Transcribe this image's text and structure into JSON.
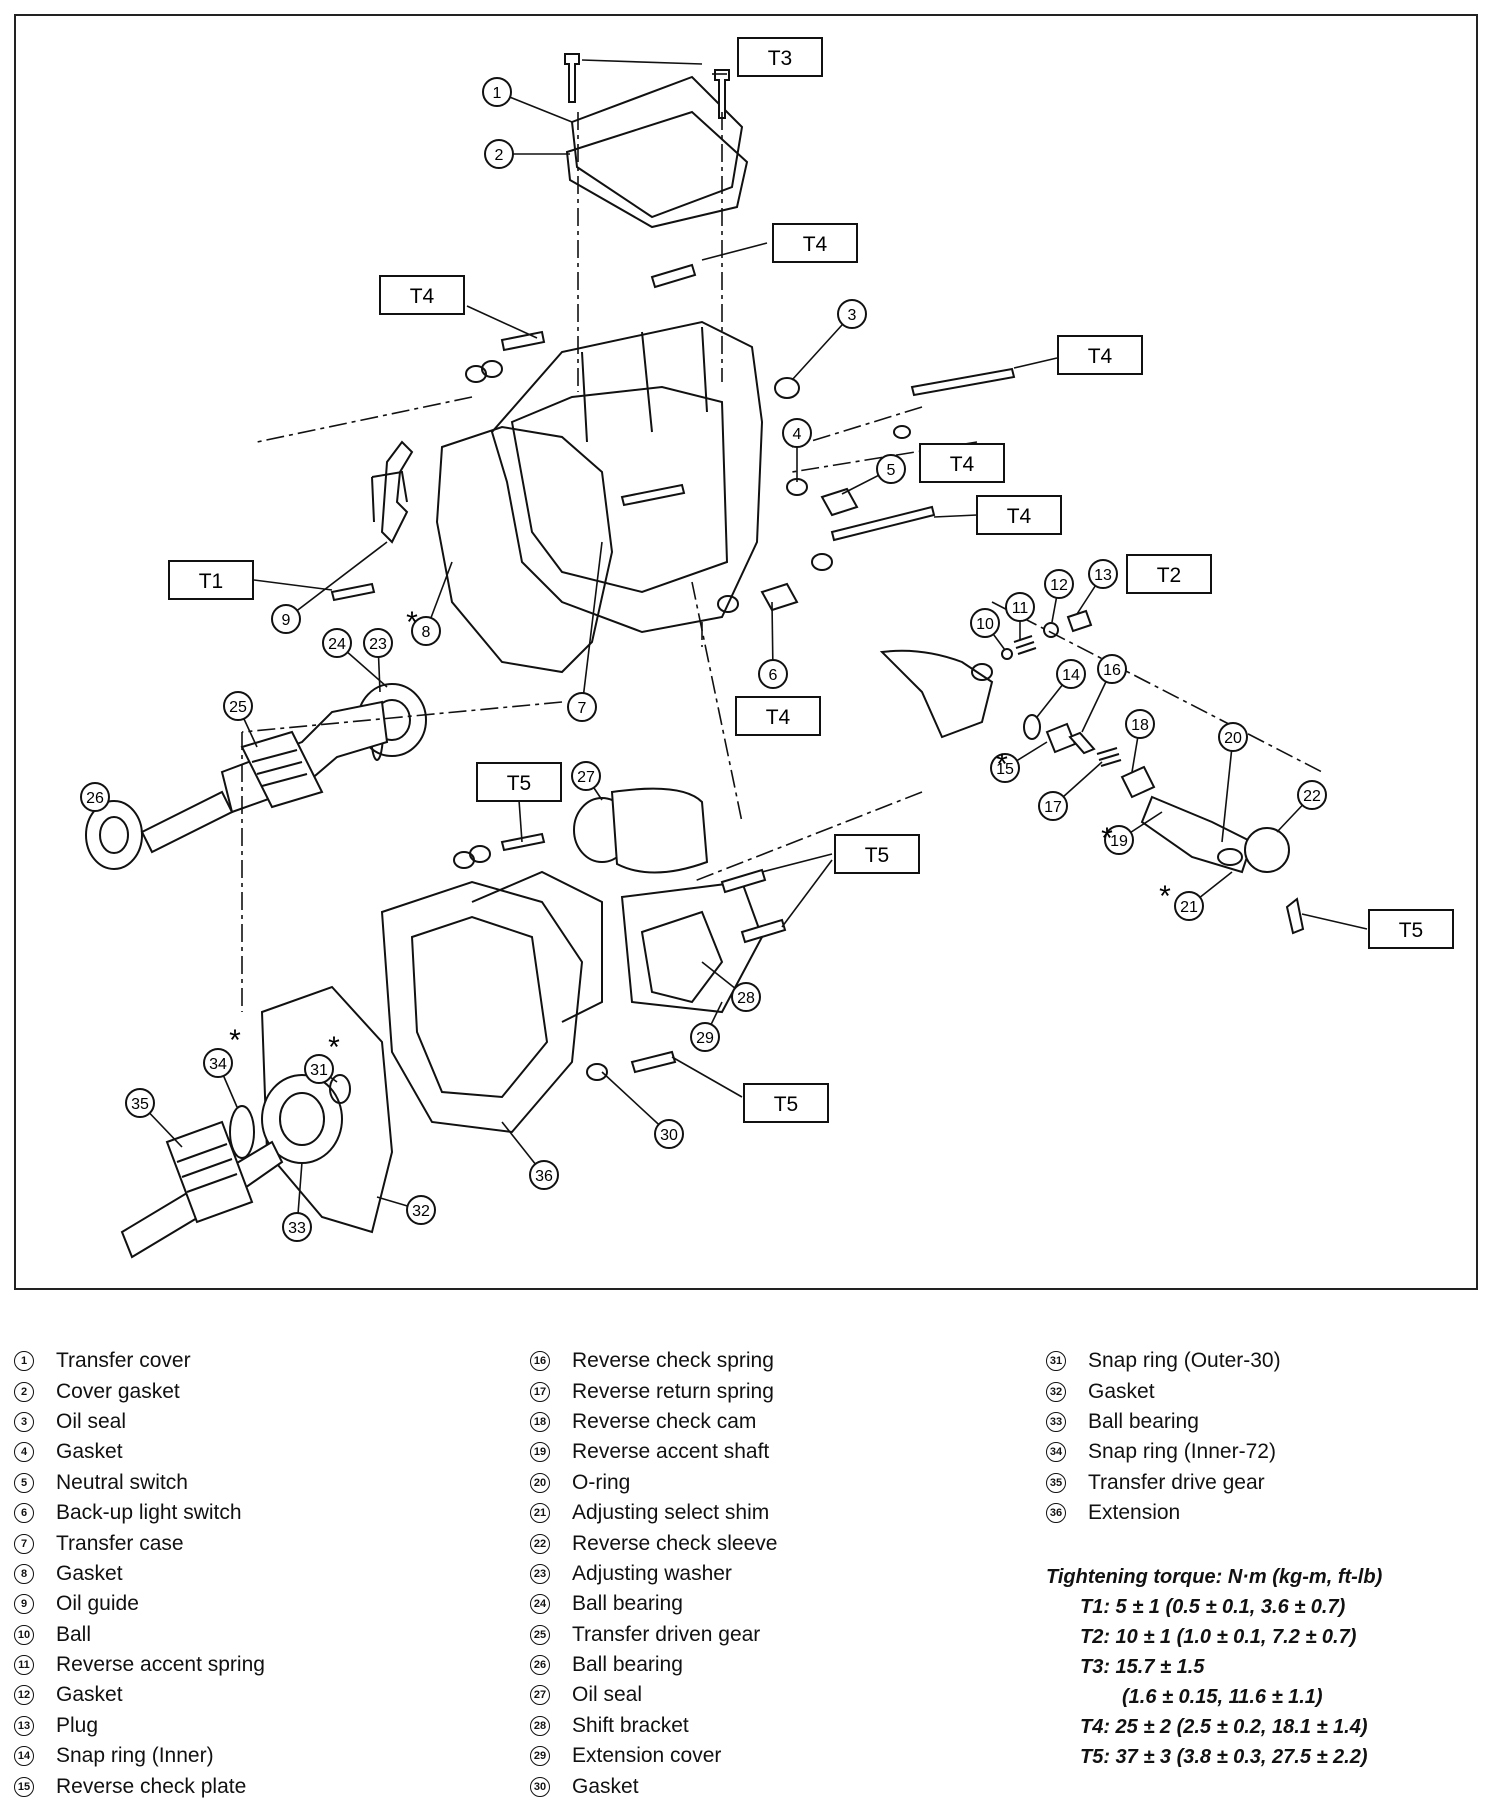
{
  "torque_tags": [
    "T1",
    "T2",
    "T3",
    "T4",
    "T5"
  ],
  "asterisk": "*",
  "legend": [
    {
      "num": "1",
      "label": "Transfer cover"
    },
    {
      "num": "2",
      "label": "Cover gasket"
    },
    {
      "num": "3",
      "label": "Oil seal"
    },
    {
      "num": "4",
      "label": "Gasket"
    },
    {
      "num": "5",
      "label": "Neutral switch"
    },
    {
      "num": "6",
      "label": "Back-up light switch"
    },
    {
      "num": "7",
      "label": "Transfer case"
    },
    {
      "num": "8",
      "label": "Gasket"
    },
    {
      "num": "9",
      "label": "Oil guide"
    },
    {
      "num": "10",
      "label": "Ball"
    },
    {
      "num": "11",
      "label": "Reverse accent spring"
    },
    {
      "num": "12",
      "label": "Gasket"
    },
    {
      "num": "13",
      "label": "Plug"
    },
    {
      "num": "14",
      "label": "Snap ring (Inner)"
    },
    {
      "num": "15",
      "label": "Reverse check plate"
    },
    {
      "num": "16",
      "label": "Reverse check spring"
    },
    {
      "num": "17",
      "label": "Reverse return spring"
    },
    {
      "num": "18",
      "label": "Reverse check cam"
    },
    {
      "num": "19",
      "label": "Reverse accent shaft"
    },
    {
      "num": "20",
      "label": "O-ring"
    },
    {
      "num": "21",
      "label": "Adjusting select shim"
    },
    {
      "num": "22",
      "label": "Reverse check sleeve"
    },
    {
      "num": "23",
      "label": "Adjusting washer"
    },
    {
      "num": "24",
      "label": "Ball bearing"
    },
    {
      "num": "25",
      "label": "Transfer driven gear"
    },
    {
      "num": "26",
      "label": "Ball bearing"
    },
    {
      "num": "27",
      "label": "Oil seal"
    },
    {
      "num": "28",
      "label": "Shift bracket"
    },
    {
      "num": "29",
      "label": "Extension cover"
    },
    {
      "num": "30",
      "label": "Gasket"
    },
    {
      "num": "31",
      "label": "Snap ring (Outer-30)"
    },
    {
      "num": "32",
      "label": "Gasket"
    },
    {
      "num": "33",
      "label": "Ball bearing"
    },
    {
      "num": "34",
      "label": "Snap ring (Inner-72)"
    },
    {
      "num": "35",
      "label": "Transfer drive gear"
    },
    {
      "num": "36",
      "label": "Extension"
    }
  ],
  "torque": {
    "title": "Tightening torque: N·m (kg-m, ft-lb)",
    "items": [
      "T1: 5 ± 1 (0.5 ± 0.1, 3.6 ± 0.7)",
      "T2: 10 ± 1 (1.0 ± 0.1, 7.2 ± 0.7)",
      "T3: 15.7 ± 1.5",
      "(1.6 ± 0.15, 11.6 ± 1.1)",
      "T4: 25 ± 2 (2.5 ± 0.2, 18.1 ± 1.4)",
      "T5: 37 ± 3 (3.8 ± 0.3, 27.5 ± 2.2)"
    ]
  }
}
